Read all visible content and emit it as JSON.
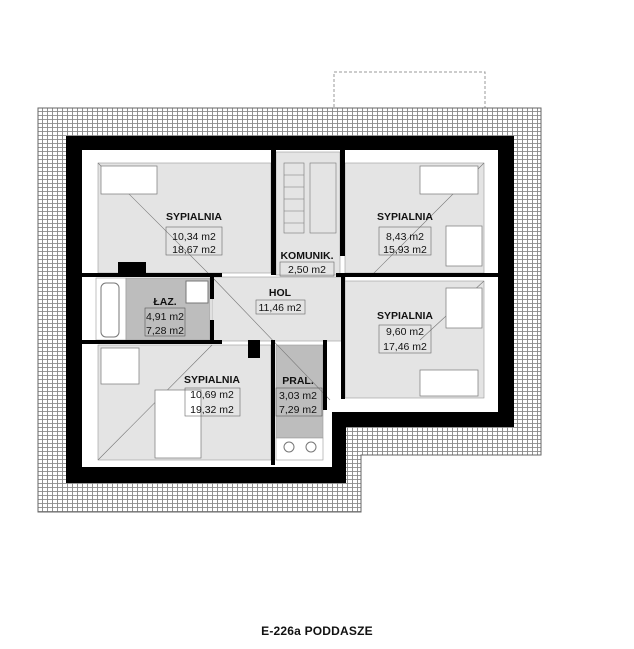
{
  "caption": "E-226a PODDASZE",
  "colors": {
    "wall": "#000000",
    "room_fill": "#e4e4e4",
    "service_fill": "#bdbdbd",
    "roof_hatch": "#8a8a8a"
  },
  "rooms": [
    {
      "name": "SYPIALNIA",
      "area": "10,34 m2",
      "area2": "18,67 m2"
    },
    {
      "name": "KOMUNIK.",
      "area": "2,50 m2"
    },
    {
      "name": "SYPIALNIA",
      "area": "8,43 m2",
      "area2": "15,93 m2"
    },
    {
      "name": "ŁAZ.",
      "area": "4,91 m2",
      "area2": "7,28 m2"
    },
    {
      "name": "HOL",
      "area": "11,46 m2"
    },
    {
      "name": "SYPIALNIA",
      "area": "9,60 m2",
      "area2": "17,46 m2"
    },
    {
      "name": "SYPIALNIA",
      "area": "10,69 m2",
      "area2": "19,32 m2"
    },
    {
      "name": "PRAL.",
      "area": "3,03 m2",
      "area2": "7,29 m2"
    }
  ]
}
